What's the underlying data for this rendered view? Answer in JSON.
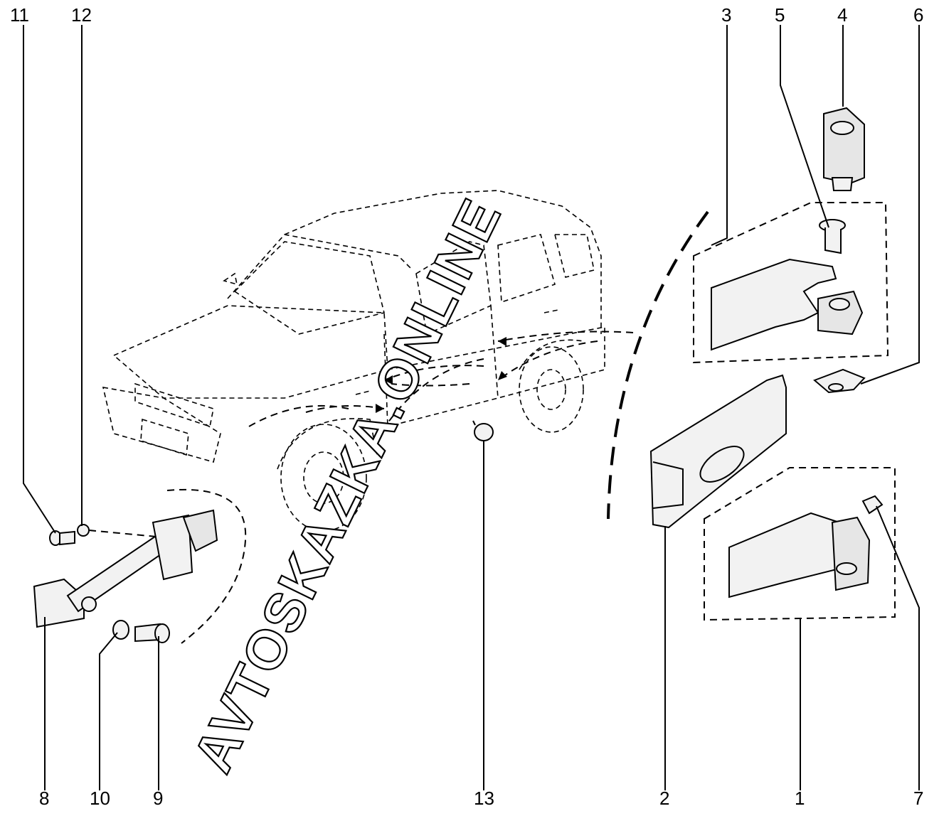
{
  "callouts": [
    {
      "id": "c1",
      "text": "1"
    },
    {
      "id": "c2",
      "text": "2"
    },
    {
      "id": "c3",
      "text": "3"
    },
    {
      "id": "c4",
      "text": "4"
    },
    {
      "id": "c5",
      "text": "5"
    },
    {
      "id": "c6",
      "text": "6"
    },
    {
      "id": "c7",
      "text": "7"
    },
    {
      "id": "c8",
      "text": "8"
    },
    {
      "id": "c9",
      "text": "9"
    },
    {
      "id": "c10",
      "text": "10"
    },
    {
      "id": "c11",
      "text": "11"
    },
    {
      "id": "c12",
      "text": "12"
    },
    {
      "id": "c13",
      "text": "13"
    }
  ],
  "watermark": "AVTOSKAZKA.ONLINE"
}
